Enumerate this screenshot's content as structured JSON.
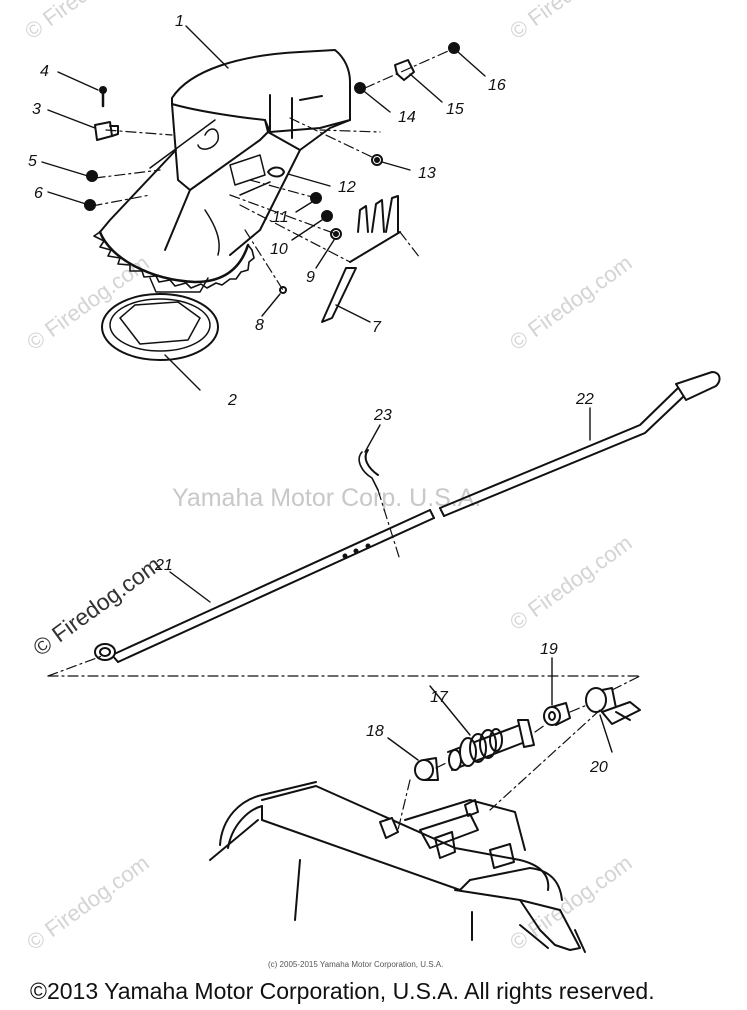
{
  "watermarks": {
    "site": "© Firedog.com",
    "center": "Yamaha Motor Corp. U.S.A."
  },
  "small_copyright": "(c) 2005-2015 Yamaha Motor Corporation, U.S.A.",
  "footer_copyright": "©2013 Yamaha Motor Corporation, U.S.A. All rights reserved.",
  "callouts": {
    "c1": "1",
    "c2": "2",
    "c3": "3",
    "c4": "4",
    "c5": "5",
    "c6": "6",
    "c7": "7",
    "c8": "8",
    "c9": "9",
    "c10": "10",
    "c11": "11",
    "c12": "12",
    "c13": "13",
    "c14": "14",
    "c15": "15",
    "c16": "16",
    "c17": "17",
    "c18": "18",
    "c19": "19",
    "c20": "20",
    "c21": "21",
    "c22": "22",
    "c23": "23"
  },
  "colors": {
    "line": "#111111",
    "watermark": "#d4d4d4"
  }
}
